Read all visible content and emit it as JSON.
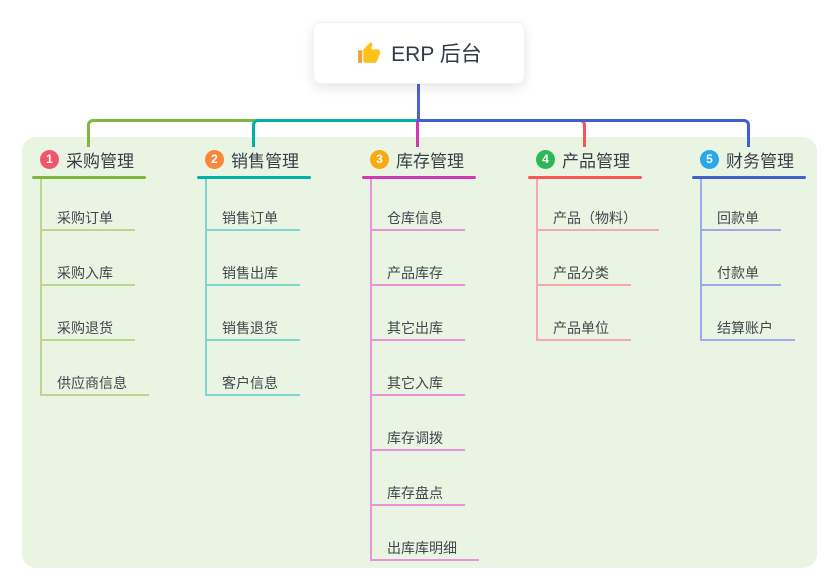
{
  "root": {
    "title": "ERP 后台",
    "icon": "thumbs-up-icon"
  },
  "branches": [
    {
      "number": "1",
      "title": "采购管理",
      "badge_color": "#f0576d",
      "line_color": "#7eb73f",
      "light_color": "#b7d98d",
      "children": [
        "采购订单",
        "采购入库",
        "采购退货",
        "供应商信息"
      ]
    },
    {
      "number": "2",
      "title": "销售管理",
      "badge_color": "#f6873c",
      "line_color": "#00b1a9",
      "light_color": "#7fd5cf",
      "children": [
        "销售订单",
        "销售出库",
        "销售退货",
        "客户信息"
      ]
    },
    {
      "number": "3",
      "title": "库存管理",
      "badge_color": "#f9a912",
      "line_color": "#cf3ab4",
      "light_color": "#e795d8",
      "children": [
        "仓库信息",
        "产品库存",
        "其它出库",
        "其它入库",
        "库存调拨",
        "库存盘点",
        "出库库明细"
      ]
    },
    {
      "number": "4",
      "title": "产品管理",
      "badge_color": "#2eb757",
      "line_color": "#f6555a",
      "light_color": "#f9a7a9",
      "children": [
        "产品（物料）",
        "产品分类",
        "产品单位"
      ]
    },
    {
      "number": "5",
      "title": "财务管理",
      "badge_color": "#2aa7e8",
      "line_color": "#3f5ed0",
      "light_color": "#9aabe8",
      "children": [
        "回款单",
        "付款单",
        "结算账户"
      ]
    }
  ],
  "colors": {
    "root_connector": "#4f63d2",
    "panel_background": "#e9f5e2",
    "page_background": "#ffffff",
    "title_text": "#383e48",
    "child_text": "#41474f",
    "thumb_hand": "#fcc21b",
    "thumb_cuff": "#e8a33d"
  }
}
